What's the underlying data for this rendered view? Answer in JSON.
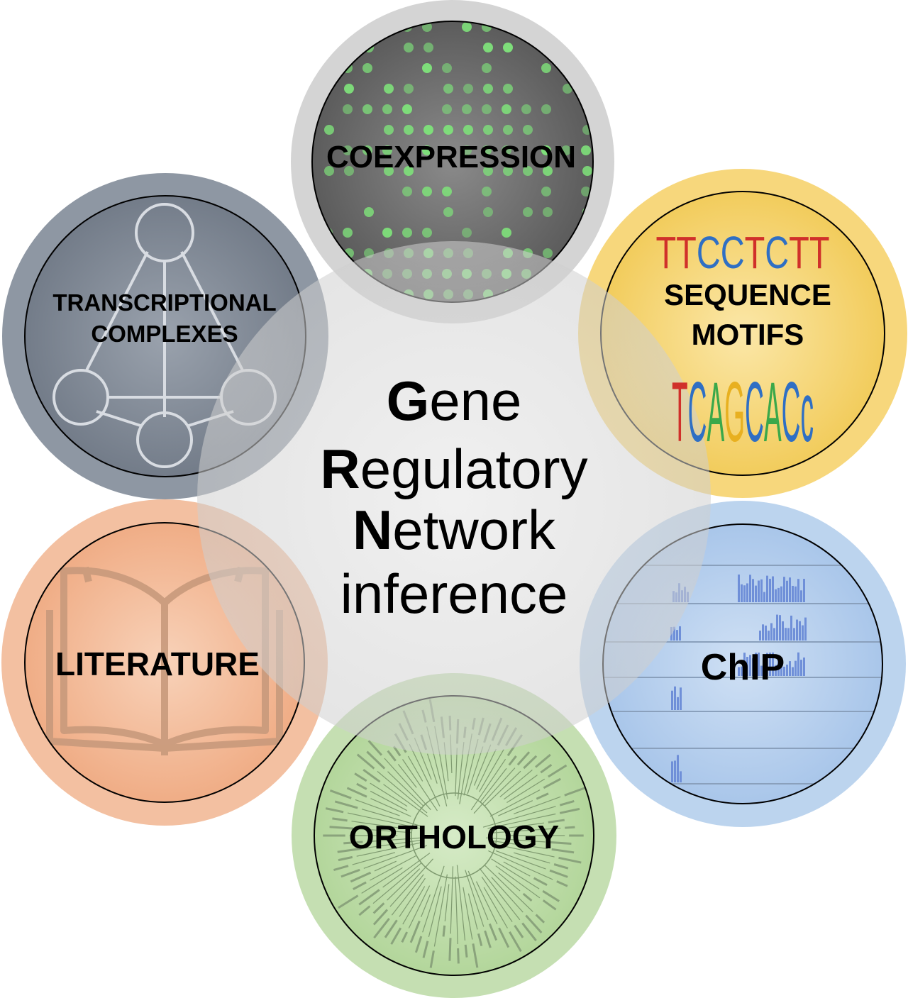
{
  "center": {
    "lines": [
      {
        "initial": "G",
        "rest": "ene"
      },
      {
        "initial": "R",
        "rest": "egulatory"
      },
      {
        "initial": "N",
        "rest": "etwork"
      },
      {
        "initial": "",
        "rest": "inference"
      }
    ]
  },
  "nodes": {
    "coexpression": {
      "label": "COEXPRESSION",
      "color": "#7a7a7a"
    },
    "sequence_motifs": {
      "label_line1": "SEQUENCE",
      "label_line2": "MOTIFS",
      "motif_top": "TTCCTCTT",
      "motif_bottom": "TCAGCACc",
      "color": "#f6d77a"
    },
    "chip": {
      "label": "ChIP",
      "color": "#b9d2ee"
    },
    "orthology": {
      "label": "ORTHOLOGY",
      "color": "#c4dfb0"
    },
    "literature": {
      "label": "LITERATURE",
      "color": "#f4bf9f"
    },
    "transcriptional_complexes": {
      "label_line1": "TRANSCRIPTIONAL",
      "label_line2": "COMPLEXES",
      "color": "#8a93a0"
    }
  },
  "colors": {
    "center": "#d4d4d4",
    "spot_green": "#7ee07a",
    "chip_peak": "#6f8fd8",
    "motif_red": "#d0302a",
    "motif_blue": "#2f6fc4",
    "motif_green": "#3aa84a",
    "motif_yellow": "#e8b020"
  }
}
